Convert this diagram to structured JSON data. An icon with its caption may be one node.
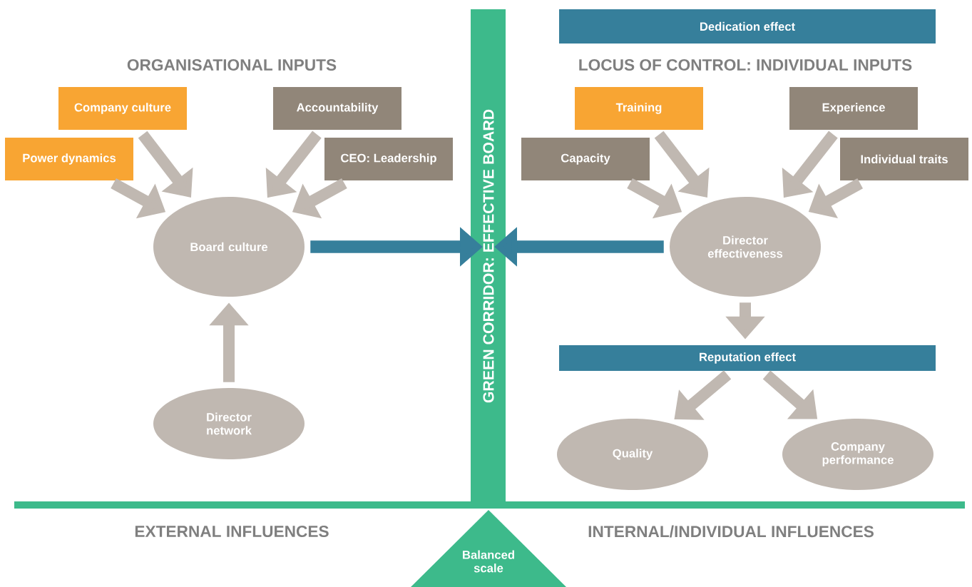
{
  "diagram": {
    "nodes": [
      {
        "text": [
          "Company culture"
        ]
      },
      {
        "text": [
          "Accountability"
        ]
      },
      {
        "text": [
          "Power dynamics"
        ]
      },
      {
        "text": [
          "CEO: Leadership"
        ]
      },
      {
        "text": [
          "Board culture"
        ]
      },
      {
        "text": [
          "Director network"
        ]
      },
      {
        "text": [
          "GREEN CORRIDOR: EFFECTIVE BOARD"
        ]
      },
      {
        "text": [
          "Dedication effect"
        ]
      },
      {
        "text": [
          "Training"
        ]
      },
      {
        "text": [
          "Experience"
        ]
      },
      {
        "text": [
          "Capacity"
        ]
      },
      {
        "text": [
          "Individual traits"
        ]
      },
      {
        "text": [
          "Director effectiveness"
        ]
      },
      {
        "text": [
          "Reputation effect"
        ]
      },
      {
        "text": [
          "Quality"
        ]
      },
      {
        "text": [
          "Company performance"
        ]
      },
      {
        "text": [
          "Balanced scale"
        ]
      }
    ],
    "edges": [
      {
        "from": 2,
        "to": 4,
        "arrow": "to"
      },
      {
        "from": 0,
        "to": 4,
        "arrow": "to"
      },
      {
        "from": 1,
        "to": 4,
        "arrow": "to"
      },
      {
        "from": 3,
        "to": 4,
        "arrow": "to"
      },
      {
        "from": 5,
        "to": 4,
        "arrow": "to"
      },
      {
        "from": 4,
        "to": 6,
        "arrow": "to",
        "color": "#367f9b"
      },
      {
        "from": 12,
        "to": 6,
        "arrow": "to",
        "color": "#367f9b"
      },
      {
        "from": 10,
        "to": 12,
        "arrow": "to"
      },
      {
        "from": 8,
        "to": 12,
        "arrow": "to"
      },
      {
        "from": 9,
        "to": 12,
        "arrow": "to"
      },
      {
        "from": 11,
        "to": 12,
        "arrow": "to"
      },
      {
        "from": 12,
        "to": 13,
        "arrow": "to"
      },
      {
        "from": 13,
        "to": 14,
        "arrow": "to"
      },
      {
        "from": 13,
        "to": 15,
        "arrow": "to"
      }
    ],
    "labels": [
      "ORGANISATIONAL INPUTS",
      "LOCUS OF CONTROL: INDIVIDUAL INPUTS",
      "EXTERNAL INFLUENCES",
      "INTERNAL/INDIVIDUAL INFLUENCES"
    ]
  }
}
